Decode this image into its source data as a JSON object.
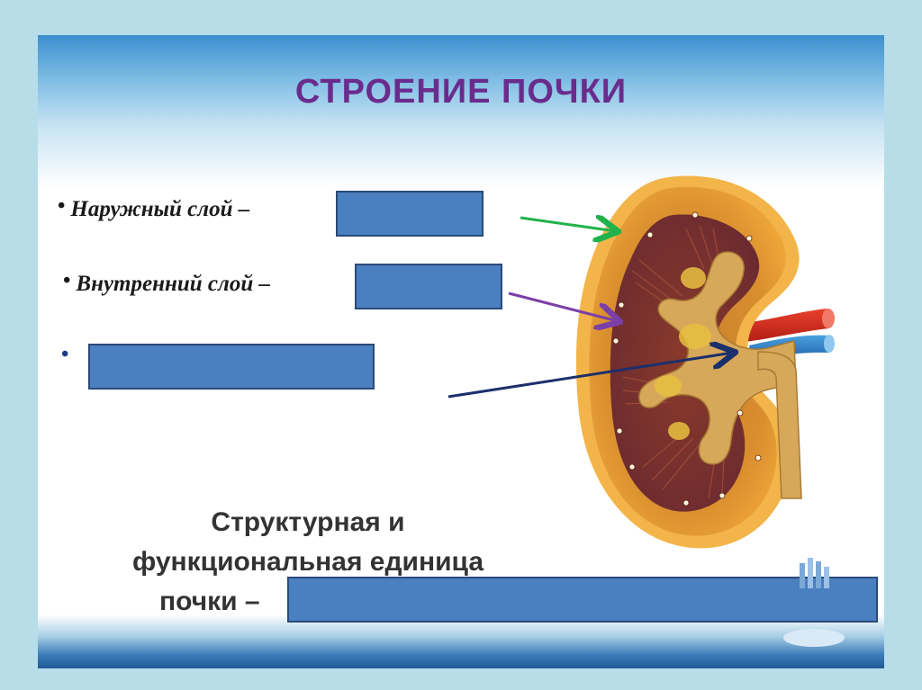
{
  "slide": {
    "title": "СТРОЕНИЕ ПОЧКИ",
    "bullets": [
      {
        "text": "Наружный слой –"
      },
      {
        "text": "Внутренний слой –"
      },
      {
        "text": ""
      }
    ],
    "subtitle": {
      "line1": "Структурная и",
      "line2": "функциональная единица",
      "line3": "почки –"
    }
  },
  "colors": {
    "title": "#6a2c8c",
    "mask": "#4a7fc0",
    "arrow_outer": "#22b24c",
    "arrow_inner": "#7b3fa8",
    "arrow_pelvis": "#1b2f6b"
  },
  "image": {
    "subject": "kidney-cross-section"
  }
}
